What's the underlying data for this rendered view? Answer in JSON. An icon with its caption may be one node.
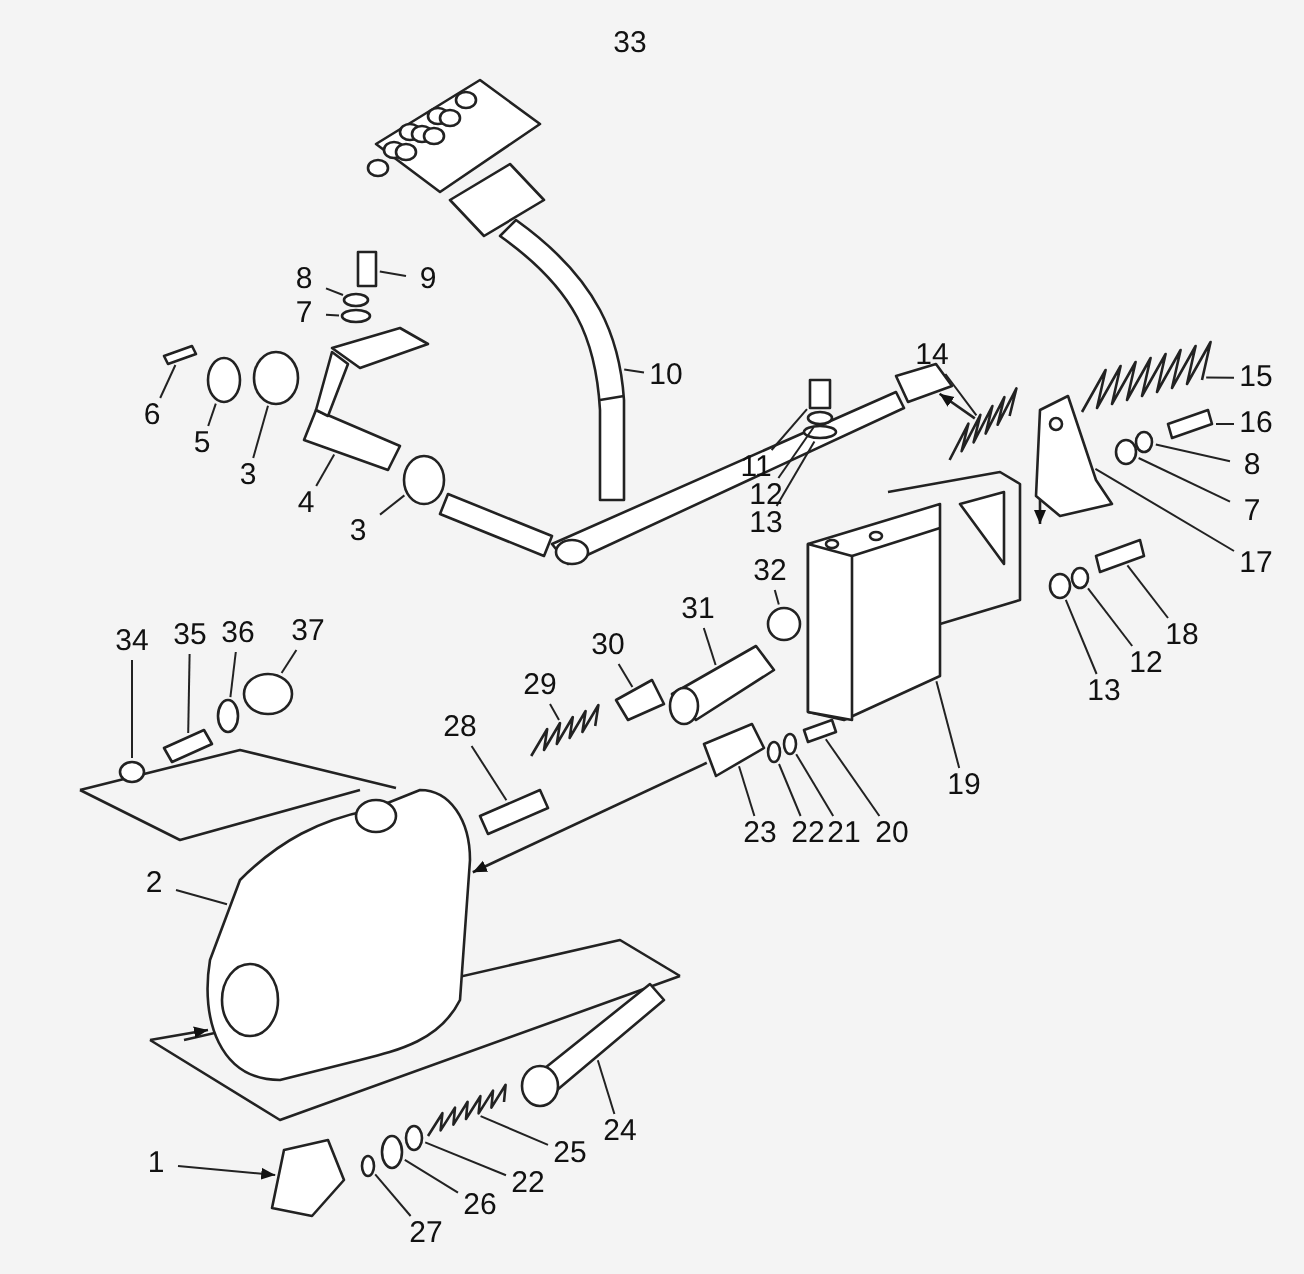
{
  "diagram": {
    "nodes": [
      {
        "text": [
          "8"
        ]
      },
      {
        "text": [
          "9"
        ]
      },
      {
        "text": [
          "7"
        ]
      },
      {
        "text": [
          "10"
        ]
      },
      {
        "text": [
          "14"
        ]
      },
      {
        "text": [
          "15"
        ]
      },
      {
        "text": [
          "6"
        ]
      },
      {
        "text": [
          "16"
        ]
      },
      {
        "text": [
          "5"
        ]
      },
      {
        "text": [
          "8"
        ]
      },
      {
        "text": [
          "3"
        ]
      },
      {
        "text": [
          "11"
        ]
      },
      {
        "text": [
          "12"
        ]
      },
      {
        "text": [
          "4"
        ]
      },
      {
        "text": [
          "7"
        ]
      },
      {
        "text": [
          "13"
        ]
      },
      {
        "text": [
          "3"
        ]
      },
      {
        "text": [
          "17"
        ]
      },
      {
        "text": [
          "32"
        ]
      },
      {
        "text": [
          "31"
        ]
      },
      {
        "text": [
          "34"
        ]
      },
      {
        "text": [
          "35"
        ]
      },
      {
        "text": [
          "36"
        ]
      },
      {
        "text": [
          "37"
        ]
      },
      {
        "text": [
          "18"
        ]
      },
      {
        "text": [
          "30"
        ]
      },
      {
        "text": [
          "12"
        ]
      },
      {
        "text": [
          "29"
        ]
      },
      {
        "text": [
          "13"
        ]
      },
      {
        "text": [
          "28"
        ]
      },
      {
        "text": [
          "19"
        ]
      },
      {
        "text": [
          "23"
        ]
      },
      {
        "text": [
          "22"
        ]
      },
      {
        "text": [
          "21"
        ]
      },
      {
        "text": [
          "20"
        ]
      },
      {
        "text": [
          "2"
        ]
      },
      {
        "text": [
          "24"
        ]
      },
      {
        "text": [
          "25"
        ]
      },
      {
        "text": [
          "1"
        ]
      },
      {
        "text": [
          "22"
        ]
      },
      {
        "text": [
          "26"
        ]
      },
      {
        "text": [
          "27"
        ]
      },
      {
        "text": [],
        "shape": "circle"
      },
      {
        "text": [],
        "shape": "bar"
      },
      {
        "text": [],
        "shape": "circle"
      },
      {
        "text": [],
        "shape": "picture"
      },
      {
        "text": [],
        "shape": "picture"
      },
      {
        "text": [],
        "shape": "picture"
      },
      {
        "text": [],
        "shape": "bar"
      },
      {
        "text": [],
        "shape": "bar"
      },
      {
        "text": [],
        "shape": "circle"
      },
      {
        "text": [],
        "shape": "circle"
      },
      {
        "text": [],
        "shape": "circle"
      },
      {
        "text": [],
        "shape": "bar"
      },
      {
        "text": [],
        "shape": "circle"
      },
      {
        "text": [],
        "shape": "picture"
      },
      {
        "text": [],
        "shape": "circle"
      },
      {
        "text": [],
        "shape": "circle"
      },
      {
        "text": [],
        "shape": "circle"
      },
      {
        "text": [],
        "shape": "picture"
      },
      {
        "text": [],
        "shape": "circle"
      },
      {
        "text": [],
        "shape": "picture"
      },
      {
        "text": [],
        "shape": "circle"
      },
      {
        "text": [],
        "shape": "bar"
      },
      {
        "text": [],
        "shape": "circle"
      },
      {
        "text": [],
        "shape": "circle"
      },
      {
        "text": [],
        "shape": "bar"
      },
      {
        "text": [],
        "shape": "box"
      },
      {
        "text": [],
        "shape": "circle"
      },
      {
        "text": [],
        "shape": "picture"
      },
      {
        "text": [],
        "shape": "circle"
      },
      {
        "text": [],
        "shape": "bar"
      },
      {
        "text": [],
        "shape": "picture"
      },
      {
        "text": [],
        "shape": "box"
      },
      {
        "text": [],
        "shape": "circle"
      },
      {
        "text": [],
        "shape": "circle"
      },
      {
        "text": [],
        "shape": "bar"
      },
      {
        "text": [],
        "shape": "picture"
      },
      {
        "text": [],
        "shape": "picture"
      },
      {
        "text": [],
        "shape": "picture"
      },
      {
        "text": [],
        "shape": "box"
      },
      {
        "text": [],
        "shape": "circle"
      },
      {
        "text": [],
        "shape": "circle"
      },
      {
        "text": [],
        "shape": "circle"
      },
      {
        "text": [],
        "shape": "box"
      }
    ],
    "edges": [
      {
        "from": 0,
        "to": 42,
        "arrow": "none"
      },
      {
        "from": 1,
        "to": 43,
        "arrow": "none"
      },
      {
        "from": 2,
        "to": 44,
        "arrow": "none"
      },
      {
        "from": 3,
        "to": 45,
        "arrow": "none"
      },
      {
        "from": 4,
        "to": 46,
        "arrow": "none"
      },
      {
        "from": 5,
        "to": 47,
        "arrow": "none"
      },
      {
        "from": 6,
        "to": 48,
        "arrow": "none"
      },
      {
        "from": 7,
        "to": 49,
        "arrow": "none"
      },
      {
        "from": 8,
        "to": 50,
        "arrow": "none"
      },
      {
        "from": 9,
        "to": 51,
        "arrow": "none"
      },
      {
        "from": 10,
        "to": 52,
        "arrow": "none"
      },
      {
        "from": 11,
        "to": 53,
        "arrow": "none"
      },
      {
        "from": 12,
        "to": 54,
        "arrow": "none"
      },
      {
        "from": 13,
        "to": 55,
        "arrow": "none"
      },
      {
        "from": 14,
        "to": 56,
        "arrow": "none"
      },
      {
        "from": 15,
        "to": 57,
        "arrow": "none"
      },
      {
        "from": 16,
        "to": 58,
        "arrow": "none"
      },
      {
        "from": 17,
        "to": 59,
        "arrow": "none"
      },
      {
        "from": 18,
        "to": 60,
        "arrow": "none"
      },
      {
        "from": 19,
        "to": 61,
        "arrow": "none"
      },
      {
        "from": 20,
        "to": 62,
        "arrow": "none"
      },
      {
        "from": 21,
        "to": 63,
        "arrow": "none"
      },
      {
        "from": 22,
        "to": 64,
        "arrow": "none"
      },
      {
        "from": 23,
        "to": 65,
        "arrow": "none"
      },
      {
        "from": 24,
        "to": 66,
        "arrow": "none"
      },
      {
        "from": 25,
        "to": 67,
        "arrow": "none"
      },
      {
        "from": 26,
        "to": 68,
        "arrow": "none"
      },
      {
        "from": 27,
        "to": 69,
        "arrow": "none"
      },
      {
        "from": 28,
        "to": 70,
        "arrow": "none"
      },
      {
        "from": 29,
        "to": 71,
        "arrow": "none"
      },
      {
        "from": 30,
        "to": 72,
        "arrow": "none"
      },
      {
        "from": 31,
        "to": 73,
        "arrow": "none"
      },
      {
        "from": 32,
        "to": 74,
        "arrow": "none"
      },
      {
        "from": 33,
        "to": 75,
        "arrow": "none"
      },
      {
        "from": 34,
        "to": 76,
        "arrow": "none"
      },
      {
        "from": 35,
        "to": 77,
        "arrow": "none"
      },
      {
        "from": 36,
        "to": 78,
        "arrow": "none"
      },
      {
        "from": 37,
        "to": 79,
        "arrow": "none"
      },
      {
        "from": 38,
        "to": 80,
        "arrow": "to"
      },
      {
        "from": 39,
        "to": 81,
        "arrow": "none"
      },
      {
        "from": 40,
        "to": 82,
        "arrow": "none"
      },
      {
        "from": 41,
        "to": 83,
        "arrow": "none"
      },
      {
        "from": 46,
        "to": 84,
        "arrow": "to"
      },
      {
        "from": 73,
        "to": 77,
        "arrow": "to"
      }
    ],
    "labels": [
      "33"
    ]
  }
}
